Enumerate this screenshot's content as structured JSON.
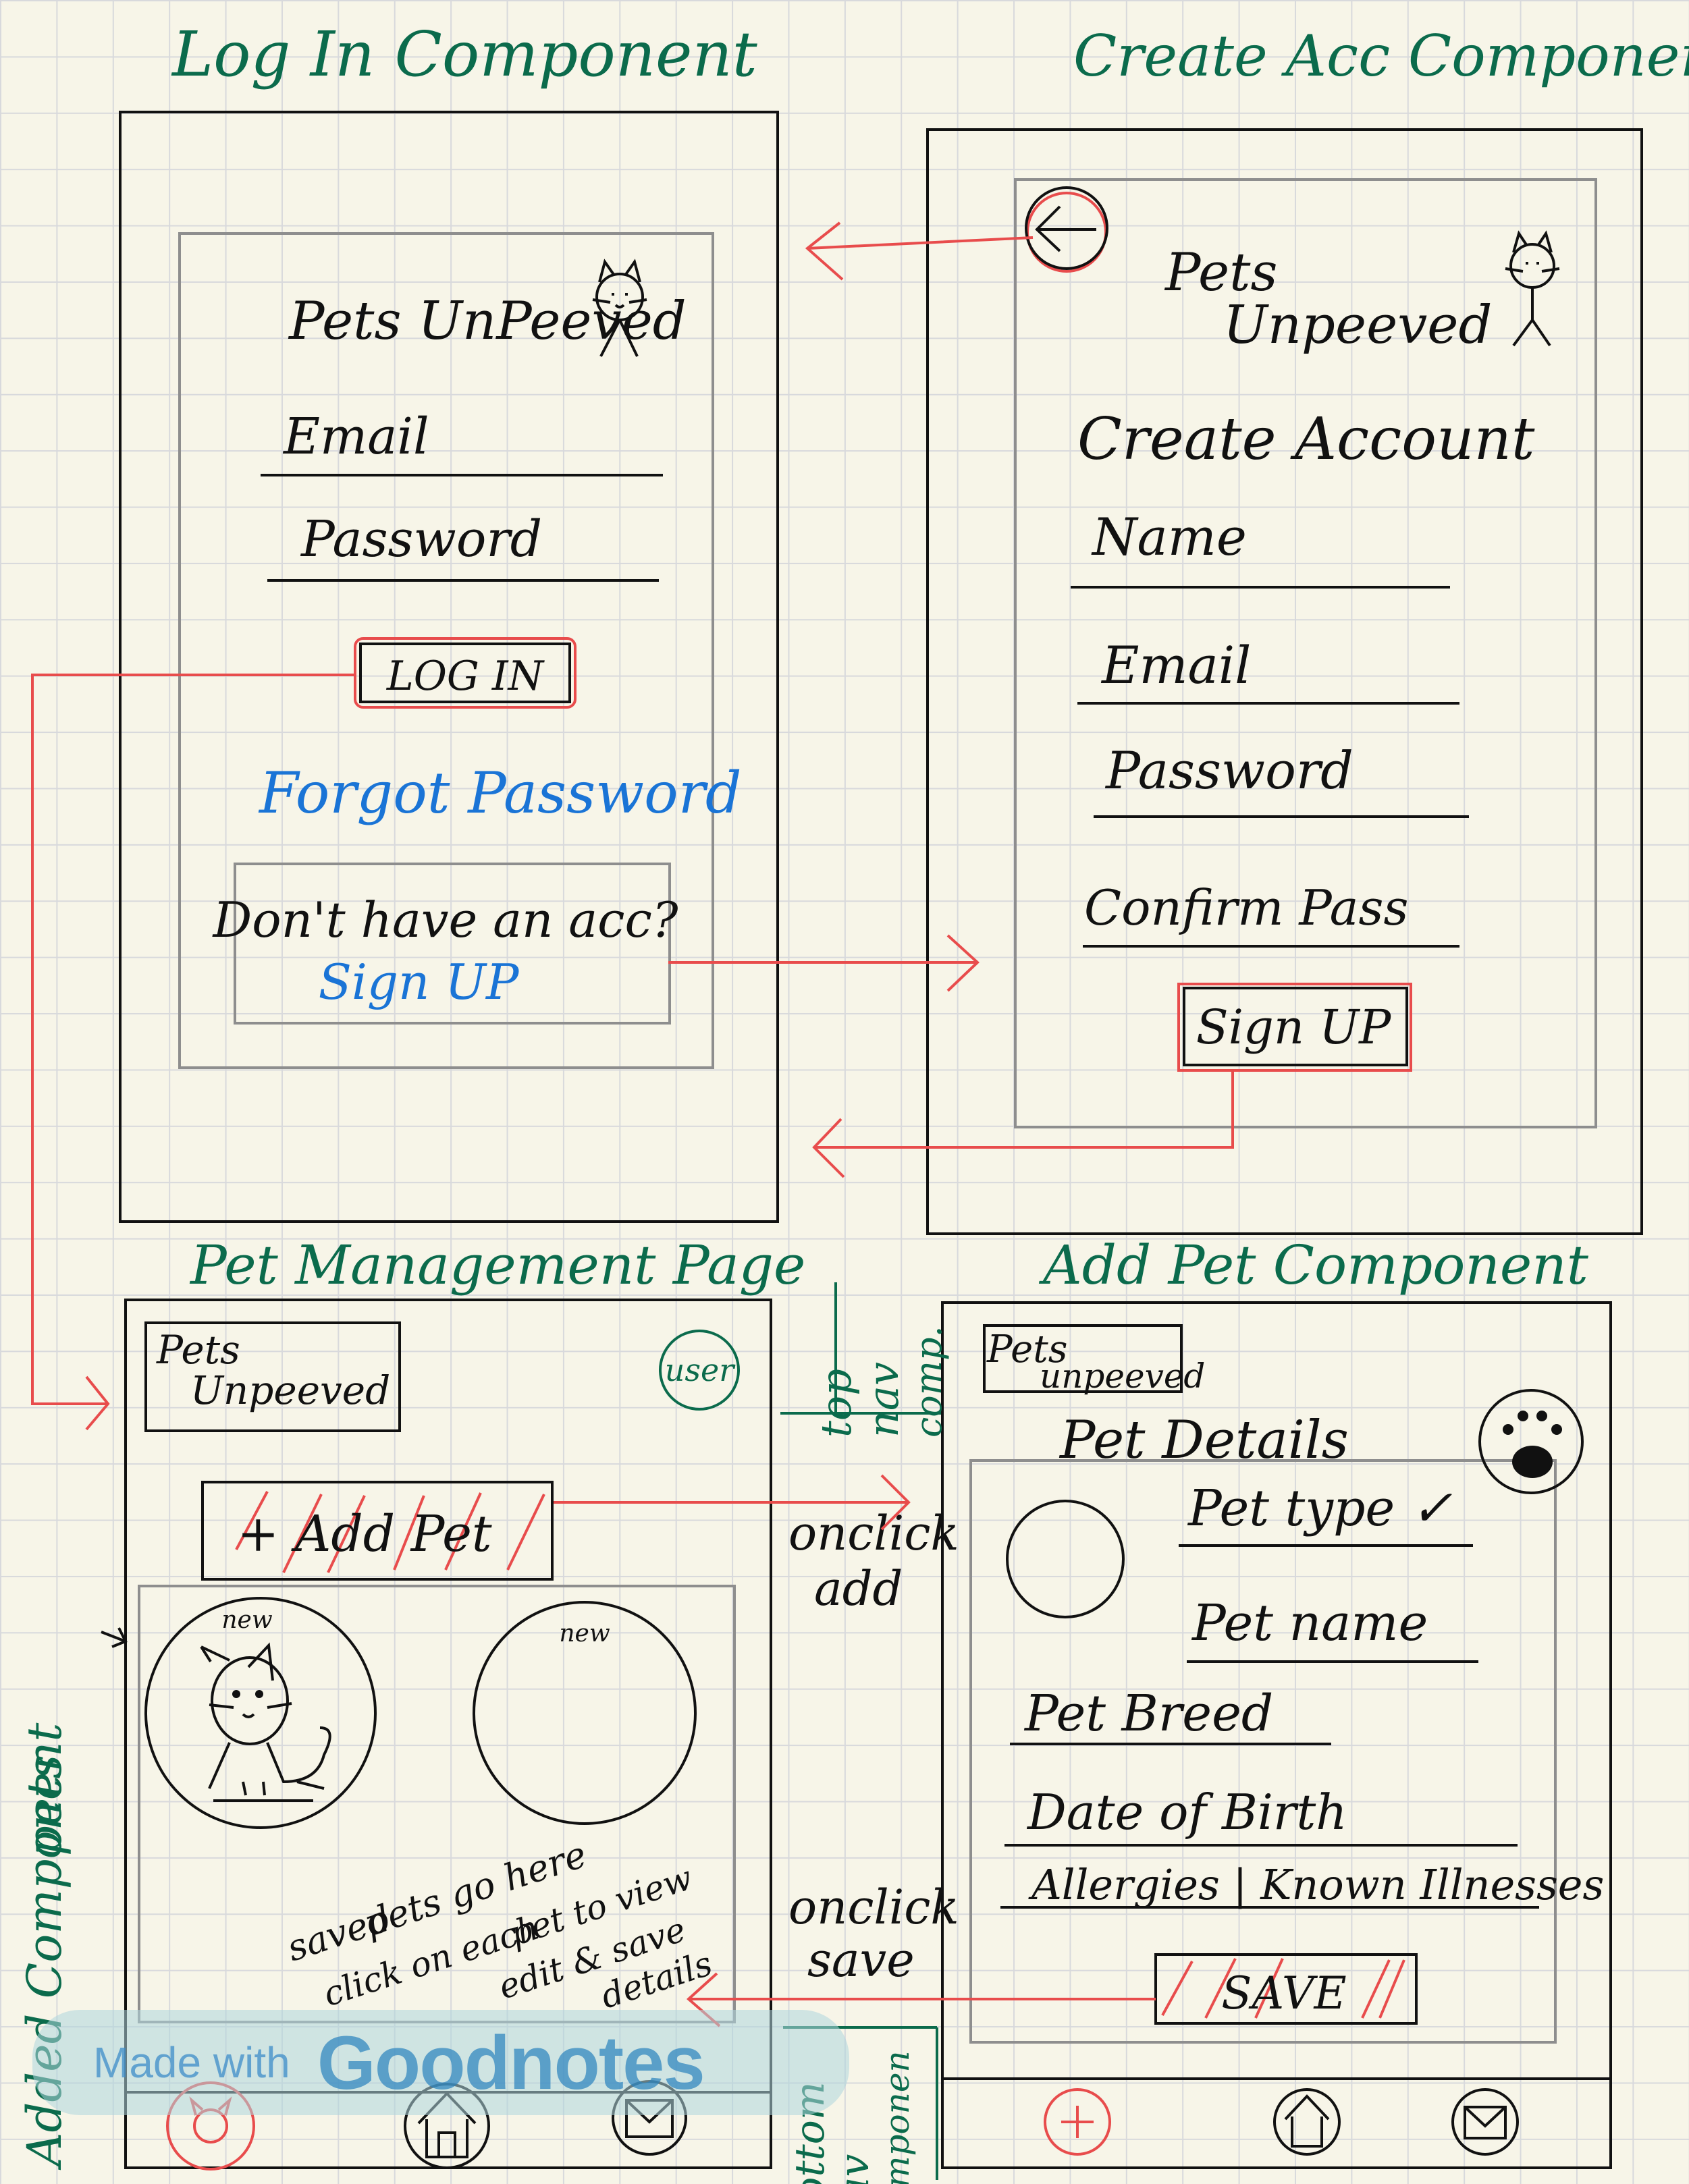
{
  "titles": {
    "login": "Log In Component",
    "create_acc": "Create Acc Component",
    "pet_management": "Pet Management Page",
    "add_pet": "Add Pet Component"
  },
  "login": {
    "brand": "Pets UnPeeved",
    "email": "Email",
    "password": "Password",
    "login_button": "LOG IN",
    "forgot_password": "Forgot Password",
    "no_account": "Don't have an acc?",
    "sign_up_link": "Sign UP"
  },
  "create_account": {
    "brand_line1": "Pets",
    "brand_line2": "Unpeeved",
    "heading": "Create Account",
    "name": "Name",
    "email": "Email",
    "password": "Password",
    "confirm": "Confirm Pass",
    "sign_up_button": "Sign UP"
  },
  "pet_management": {
    "brand_line1": "Pets",
    "brand_line2": "Unpeeved",
    "user_button": "user",
    "add_pet_button": "+ Add Pet",
    "pet_new_1": "new",
    "pet_new_2": "new",
    "note_line1": "saved",
    "note_line2": "pets go here",
    "note_line3": "click on each",
    "note_line4": "pet to view",
    "note_line5": "edit & save",
    "note_line6": "details"
  },
  "add_pet": {
    "brand_line1": "Pets",
    "brand_line2": "unpeeved",
    "heading": "Pet Details",
    "pet_type": "Pet type ✓",
    "pet_name": "Pet name",
    "pet_breed": "Pet Breed",
    "dob": "Date of Birth",
    "allergies": "Allergies | Known Illnesses",
    "save_button": "SAVE"
  },
  "annotations": {
    "top_nav_line1": "top",
    "top_nav_line2": "nav",
    "top_nav_line3": "comp.",
    "onclick_add_1": "onclick",
    "onclick_add_2": "add",
    "onclick_save_1": "onclick",
    "onclick_save_2": "save",
    "pets_added_1": "pets",
    "pets_added_2": "Added Component",
    "bottom_nav_1": "bottom",
    "bottom_nav_2": "nav",
    "bottom_nav_3": "componen"
  },
  "watermark": {
    "made_with": "Made with",
    "brand": "Goodnotes"
  },
  "colors": {
    "ink": "#111111",
    "heading_green": "#0b6b4c",
    "arrow_red": "#e84c4c",
    "link_blue": "#1a74d6",
    "frame_gray": "#8e8e8e"
  }
}
